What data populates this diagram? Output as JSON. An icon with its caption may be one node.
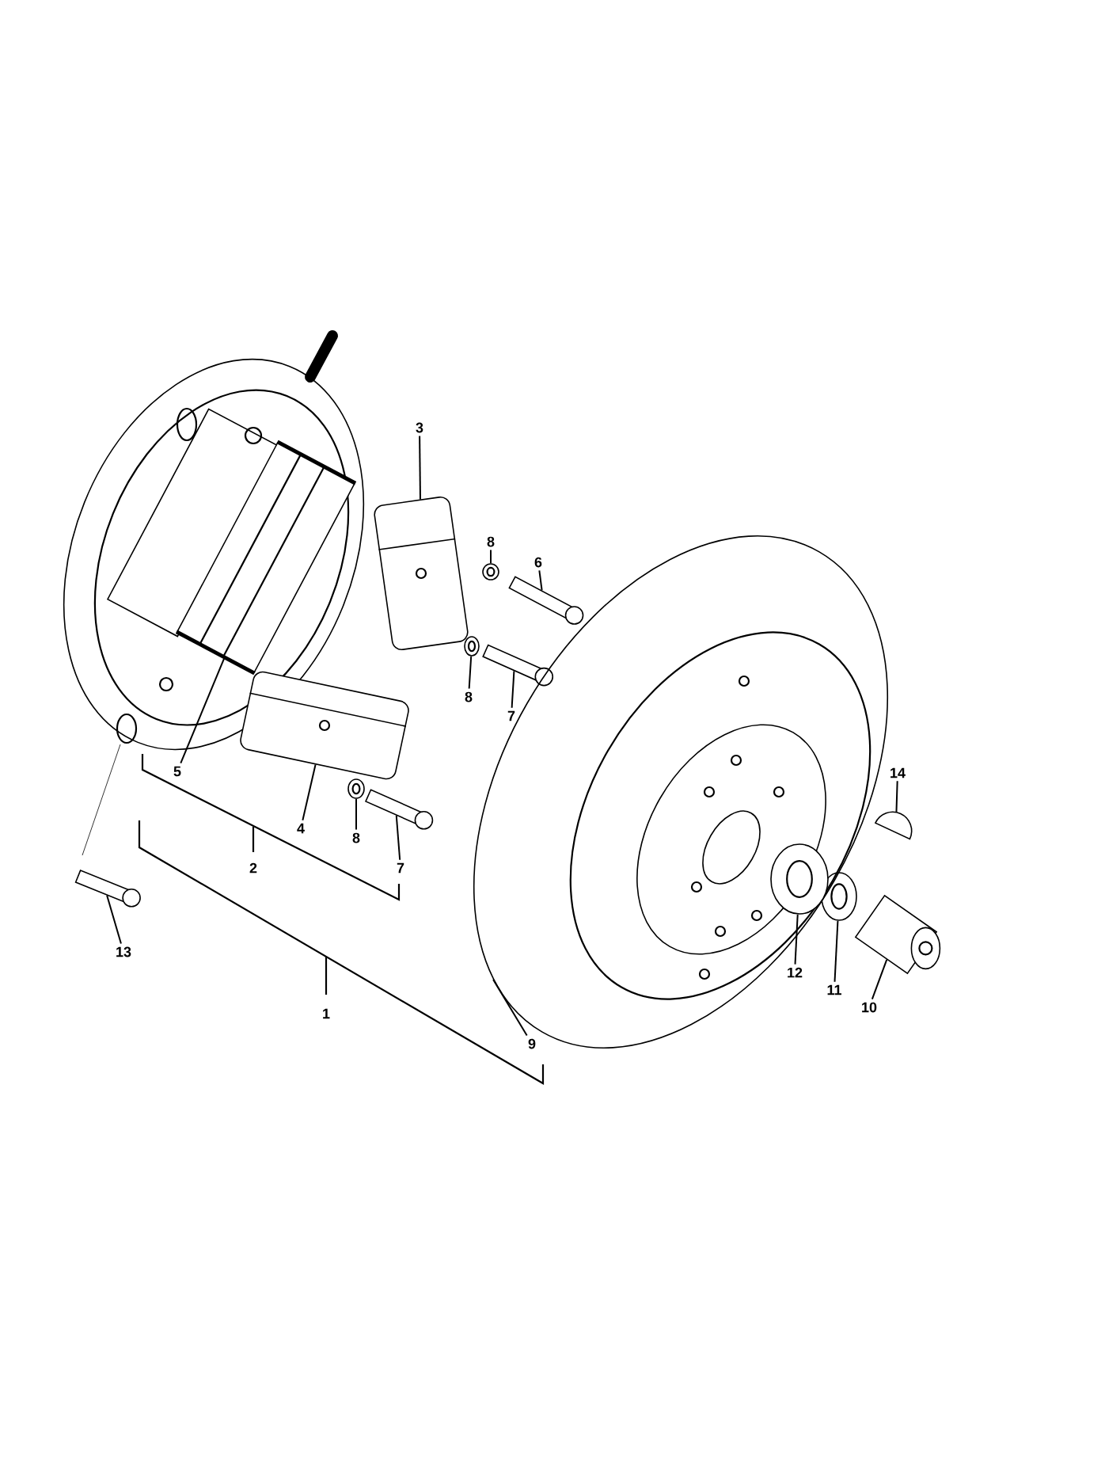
{
  "diagram": {
    "nodes": [
      {
        "text": [
          "3"
        ]
      },
      {
        "text": [
          "8"
        ]
      },
      {
        "text": [
          "6"
        ]
      },
      {
        "text": [
          "8"
        ]
      },
      {
        "text": [
          "7"
        ]
      },
      {
        "text": [
          "5"
        ]
      },
      {
        "text": [
          "4"
        ]
      },
      {
        "text": [
          "8"
        ]
      },
      {
        "text": [
          "7"
        ]
      },
      {
        "text": [
          "14"
        ]
      },
      {
        "text": [
          "13"
        ]
      },
      {
        "text": [
          "12"
        ]
      },
      {
        "text": [
          "11"
        ]
      },
      {
        "text": [
          "10"
        ]
      },
      {
        "text": [
          "9"
        ]
      },
      {
        "text": [],
        "shape": "picture"
      },
      {
        "text": [],
        "shape": "picture"
      },
      {
        "text": [],
        "shape": "picture"
      },
      {
        "text": [],
        "shape": "picture"
      },
      {
        "text": [],
        "shape": "picture"
      },
      {
        "text": [],
        "shape": "picture"
      },
      {
        "text": [],
        "shape": "picture"
      },
      {
        "text": [],
        "shape": "picture"
      },
      {
        "text": [],
        "shape": "picture"
      },
      {
        "text": [],
        "shape": "picture"
      },
      {
        "text": [],
        "shape": "picture"
      },
      {
        "text": [],
        "shape": "picture",
        "in": 29
      },
      {
        "text": [],
        "shape": "picture"
      },
      {
        "text": [],
        "shape": "picture"
      },
      {
        "text": [],
        "shape": "picture"
      }
    ],
    "edges": [
      {
        "from": 0,
        "to": 15,
        "arrow": "none"
      },
      {
        "from": 1,
        "to": 16,
        "arrow": "none"
      },
      {
        "from": 2,
        "to": 17,
        "arrow": "none"
      },
      {
        "from": 3,
        "to": 18,
        "arrow": "none"
      },
      {
        "from": 4,
        "to": 19,
        "arrow": "none"
      },
      {
        "from": 5,
        "to": 20,
        "arrow": "none"
      },
      {
        "from": 6,
        "to": 21,
        "arrow": "none"
      },
      {
        "from": 7,
        "to": 22,
        "arrow": "none"
      },
      {
        "from": 8,
        "to": 23,
        "arrow": "none"
      },
      {
        "from": 9,
        "to": 24,
        "arrow": "none"
      },
      {
        "from": 10,
        "to": 25,
        "arrow": "none"
      },
      {
        "from": 11,
        "to": 26,
        "arrow": "none"
      },
      {
        "from": 12,
        "to": 27,
        "arrow": "none"
      },
      {
        "from": 13,
        "to": 28,
        "arrow": "none"
      },
      {
        "from": 14,
        "to": 29,
        "arrow": "none"
      }
    ],
    "labels": [
      "2",
      "1"
    ]
  }
}
